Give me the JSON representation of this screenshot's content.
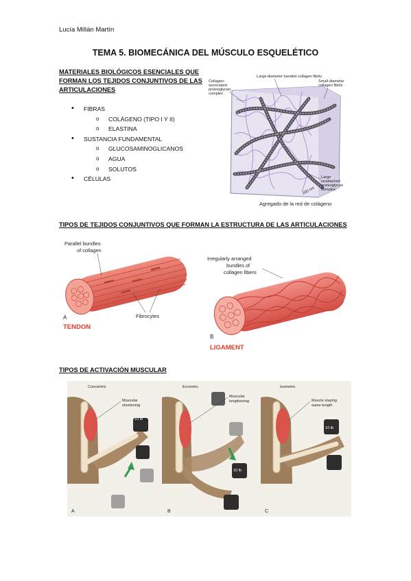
{
  "author": "Lucía Millán Martín",
  "title": "TEMA 5. BIOMECÁNICA DEL MÚSCULO ESQUELÉTICO",
  "section1": {
    "heading_lines": [
      "MATERIALES BIOLÓGICOS ESENCIALES QUE",
      "FORMAN LOS TEJIDOS CONJUNTIVOS DE LAS",
      "ARTICULACIONES"
    ],
    "items": [
      {
        "label": "FIBRAS"
      },
      {
        "label": "COLÁGENO (TIPO I Y II)"
      },
      {
        "label": "ELASTINA"
      },
      {
        "label": "SUSTANCIA FUNDAMENTAL"
      },
      {
        "label": "GLUCOSAMINOGLICANOS"
      },
      {
        "label": "AGUA"
      },
      {
        "label": "SOLUTOS"
      },
      {
        "label": "CÉLULAS"
      }
    ],
    "figure": {
      "label_top": "Large-diameter banded collagen fibrils",
      "label_left": [
        "Collagen-",
        "associated",
        "proteoglycan",
        "complex"
      ],
      "label_right": [
        "Small-diameter",
        "collagen fibrils"
      ],
      "label_bottom_right": [
        "Large",
        "unattached",
        "proteoglycan",
        "complex"
      ],
      "scale": "200 nm",
      "caption": "Agregado de la red de colágeno"
    }
  },
  "section2": {
    "heading": "TIPOS DE TEJIDOS CONJUNTIVOS QUE FORMAN LA ESTRUCTURA DE LAS ARTICULACIONES",
    "tendon": {
      "label_lines": [
        "Parallel bundles",
        "of collagen"
      ],
      "fibrocytes": "Fibrocytes",
      "letter": "A",
      "name": "TENDON"
    },
    "ligament": {
      "label_lines": [
        "Irregularly arranged",
        "bundles of",
        "collagen fibers"
      ],
      "letter": "B",
      "name": "LIGAMENT"
    },
    "colors": {
      "muscle": "#e86a5c",
      "muscle_dark": "#c8463d",
      "label_red": "#e03a2a"
    }
  },
  "section3": {
    "heading": "TIPOS DE ACTIVACIÓN MUSCULAR",
    "panels": [
      {
        "title": "Concentric",
        "label": [
          "Muscular",
          "shortening"
        ],
        "weight": "10 lb",
        "letter": "A"
      },
      {
        "title": "Eccentric",
        "label": [
          "Muscular",
          "lengthening"
        ],
        "weight": "10 lb",
        "letter": "B"
      },
      {
        "title": "Isometric",
        "label": [
          "Muscle staying",
          "same length"
        ],
        "weight": "10 lb",
        "letter": "C"
      }
    ]
  }
}
